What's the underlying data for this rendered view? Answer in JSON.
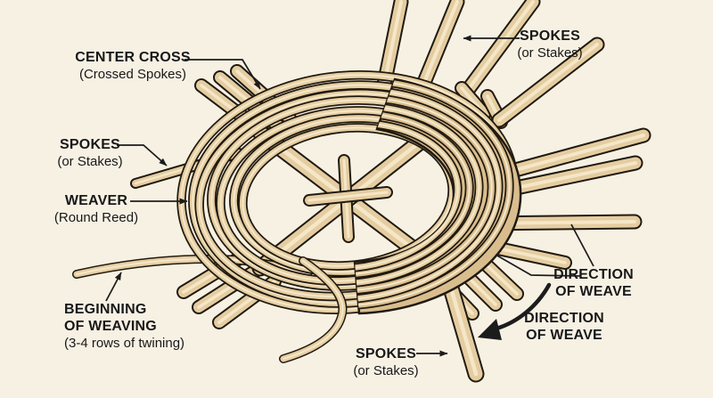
{
  "palette": {
    "background": "#f7f1e4",
    "ink": "#201a10",
    "text": "#181818",
    "reed": "#e5cda1",
    "reed_highlight": "#f4e7c8",
    "packed_fill": "#d9bd8e",
    "leader": "#1c1c1c"
  },
  "labels": {
    "center_cross": {
      "title": "CENTER CROSS",
      "sub": "(Crossed Spokes)"
    },
    "spokes_top_right": {
      "title": "SPOKES",
      "sub": "(or Stakes)"
    },
    "spokes_left": {
      "title": "SPOKES",
      "sub": "(or Stakes)"
    },
    "weaver": {
      "title": "WEAVER",
      "sub": "(Round Reed)"
    },
    "beginning_of_weaving": {
      "title_line1": "BEGINNING",
      "title_line2": "OF WEAVING",
      "sub": "(3-4 rows of twining)"
    },
    "direction_of_weave_right": {
      "line1": "DIRECTION",
      "line2": "OF WEAVE"
    },
    "direction_of_weave_bottom": {
      "line1": "DIRECTION",
      "line2": "OF WEAVE"
    },
    "spokes_bottom": {
      "title": "SPOKES",
      "sub": "(or Stakes)"
    }
  }
}
